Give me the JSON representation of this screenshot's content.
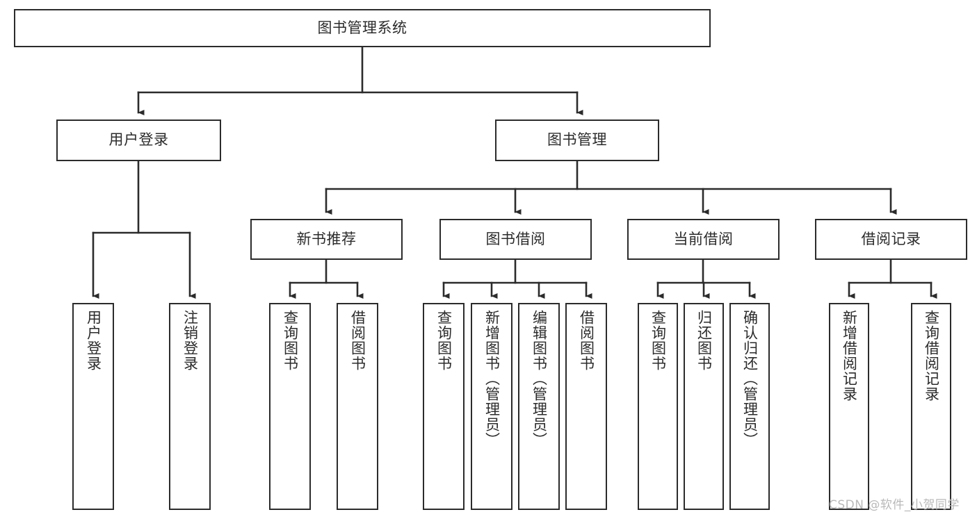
{
  "diagram": {
    "title": "图书管理系统",
    "type": "tree-hierarchy-chart",
    "colors": {
      "box_border": "#2b2b2b",
      "box_fill": "#ffffff",
      "connector": "#2b2b2b",
      "background": "#ffffff",
      "watermark": "#b9b9b9"
    }
  },
  "root": {
    "label": "图书管理系统"
  },
  "level1": [
    {
      "label": "用户登录"
    },
    {
      "label": "图书管理"
    }
  ],
  "level2": [
    {
      "label": "新书推荐"
    },
    {
      "label": "图书借阅"
    },
    {
      "label": "当前借阅"
    },
    {
      "label": "借阅记录"
    }
  ],
  "leaves": {
    "user_login": [
      {
        "label": "用户登录"
      },
      {
        "label": "注销登录"
      }
    ],
    "new_book_recommend": [
      {
        "label": "查询图书"
      },
      {
        "label": "借阅图书"
      }
    ],
    "book_borrow": [
      {
        "label": "查询图书"
      },
      {
        "label": "新增图书（管理员）"
      },
      {
        "label": "编辑图书（管理员）"
      },
      {
        "label": "借阅图书"
      }
    ],
    "current_borrow": [
      {
        "label": "查询图书"
      },
      {
        "label": "归还图书"
      },
      {
        "label": "确认归还（管理员）"
      }
    ],
    "borrow_record": [
      {
        "label": "新增借阅记录"
      },
      {
        "label": "查询借阅记录"
      }
    ]
  },
  "watermark": {
    "text": "CSDN @软件_小贺同学"
  }
}
